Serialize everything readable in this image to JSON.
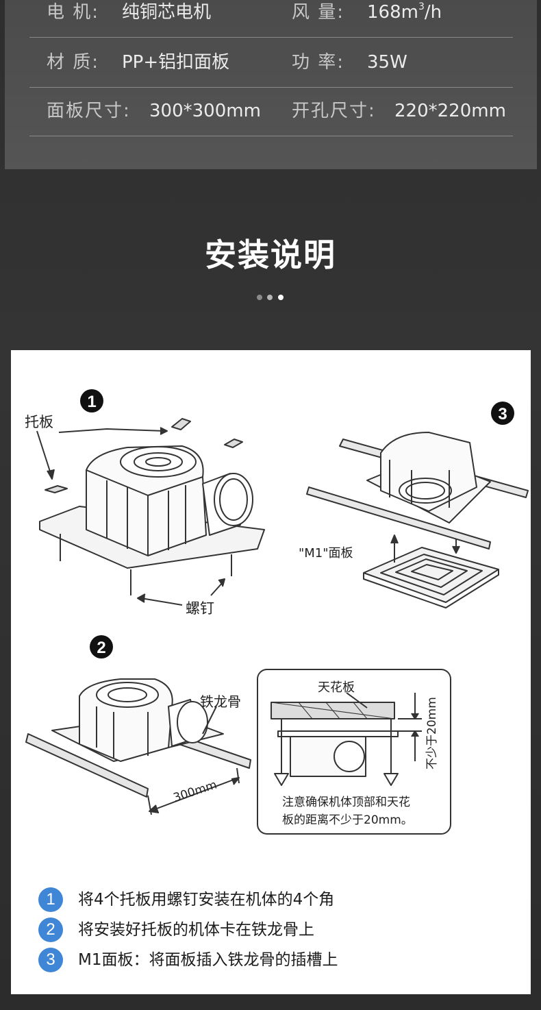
{
  "specs": [
    {
      "label1": "电 机:",
      "value1": "纯铜芯电机",
      "label2": "风 量:",
      "value2": "168m",
      "value2_sup": "3",
      "value2_suffix": "/h"
    },
    {
      "label1": "材 质:",
      "value1": "PP+铝扣面板",
      "label2": "功 率:",
      "value2": "35W"
    },
    {
      "label1": "面板尺寸:",
      "value1": "300*300mm",
      "label2": "开孔尺寸:",
      "value2": "220*220mm"
    }
  ],
  "section": {
    "title": "安装说明"
  },
  "diagram": {
    "step1_marker": "1",
    "step2_marker": "2",
    "step3_marker": "3",
    "label_bracket": "托板",
    "label_screw": "螺钉",
    "label_m1": "\"M1\"面板",
    "label_keel": "铁龙骨",
    "label_300mm": "300mm",
    "label_ceiling": "天花板",
    "label_min20": "不少于20mm",
    "note_line1": "注意确保机体顶部和天花",
    "note_line2": "板的距离不少于20mm。"
  },
  "steps": [
    {
      "num": "1",
      "text": "将4个托板用螺钉安装在机体的4个角"
    },
    {
      "num": "2",
      "text": "将安装好托板的机体卡在铁龙骨上"
    },
    {
      "num": "3",
      "text": "M1面板：将面板插入铁龙骨的插槽上"
    }
  ],
  "colors": {
    "background": "#2e2e2e",
    "spec_panel": "#4f4f4f",
    "step_badge": "#3f86d6",
    "card": "#ffffff"
  }
}
